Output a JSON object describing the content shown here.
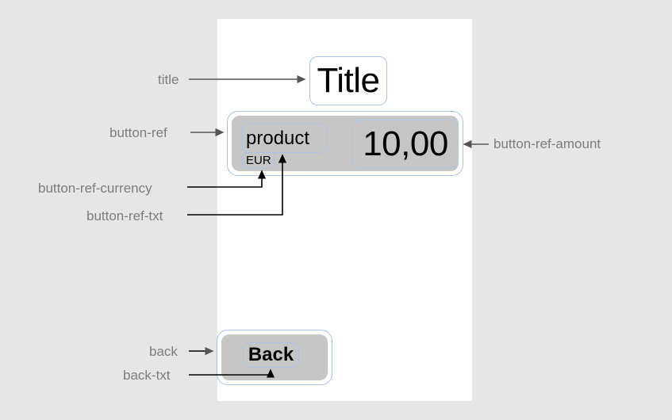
{
  "canvas": {
    "background_color": "#ffffff",
    "page_background_color": "#e6e6e6"
  },
  "screen": {
    "title": {
      "label": "Title"
    },
    "button_ref": {
      "product_text": "product",
      "currency": "EUR",
      "amount": "10,00",
      "background_color": "#c6c6c6"
    },
    "back_button": {
      "label": "Back",
      "background_color": "#c6c6c6"
    }
  },
  "annotations": {
    "outline_color": "#aac4e8",
    "label_color": "#7d7d7d",
    "arrow_color": "#555555",
    "items": [
      {
        "name": "title",
        "label": "title"
      },
      {
        "name": "button-ref",
        "label": "button-ref"
      },
      {
        "name": "button-ref-currency",
        "label": "button-ref-currency"
      },
      {
        "name": "button-ref-txt",
        "label": "button-ref-txt"
      },
      {
        "name": "button-ref-amount",
        "label": "button-ref-amount"
      },
      {
        "name": "back",
        "label": "back"
      },
      {
        "name": "back-txt",
        "label": "back-txt"
      }
    ]
  }
}
